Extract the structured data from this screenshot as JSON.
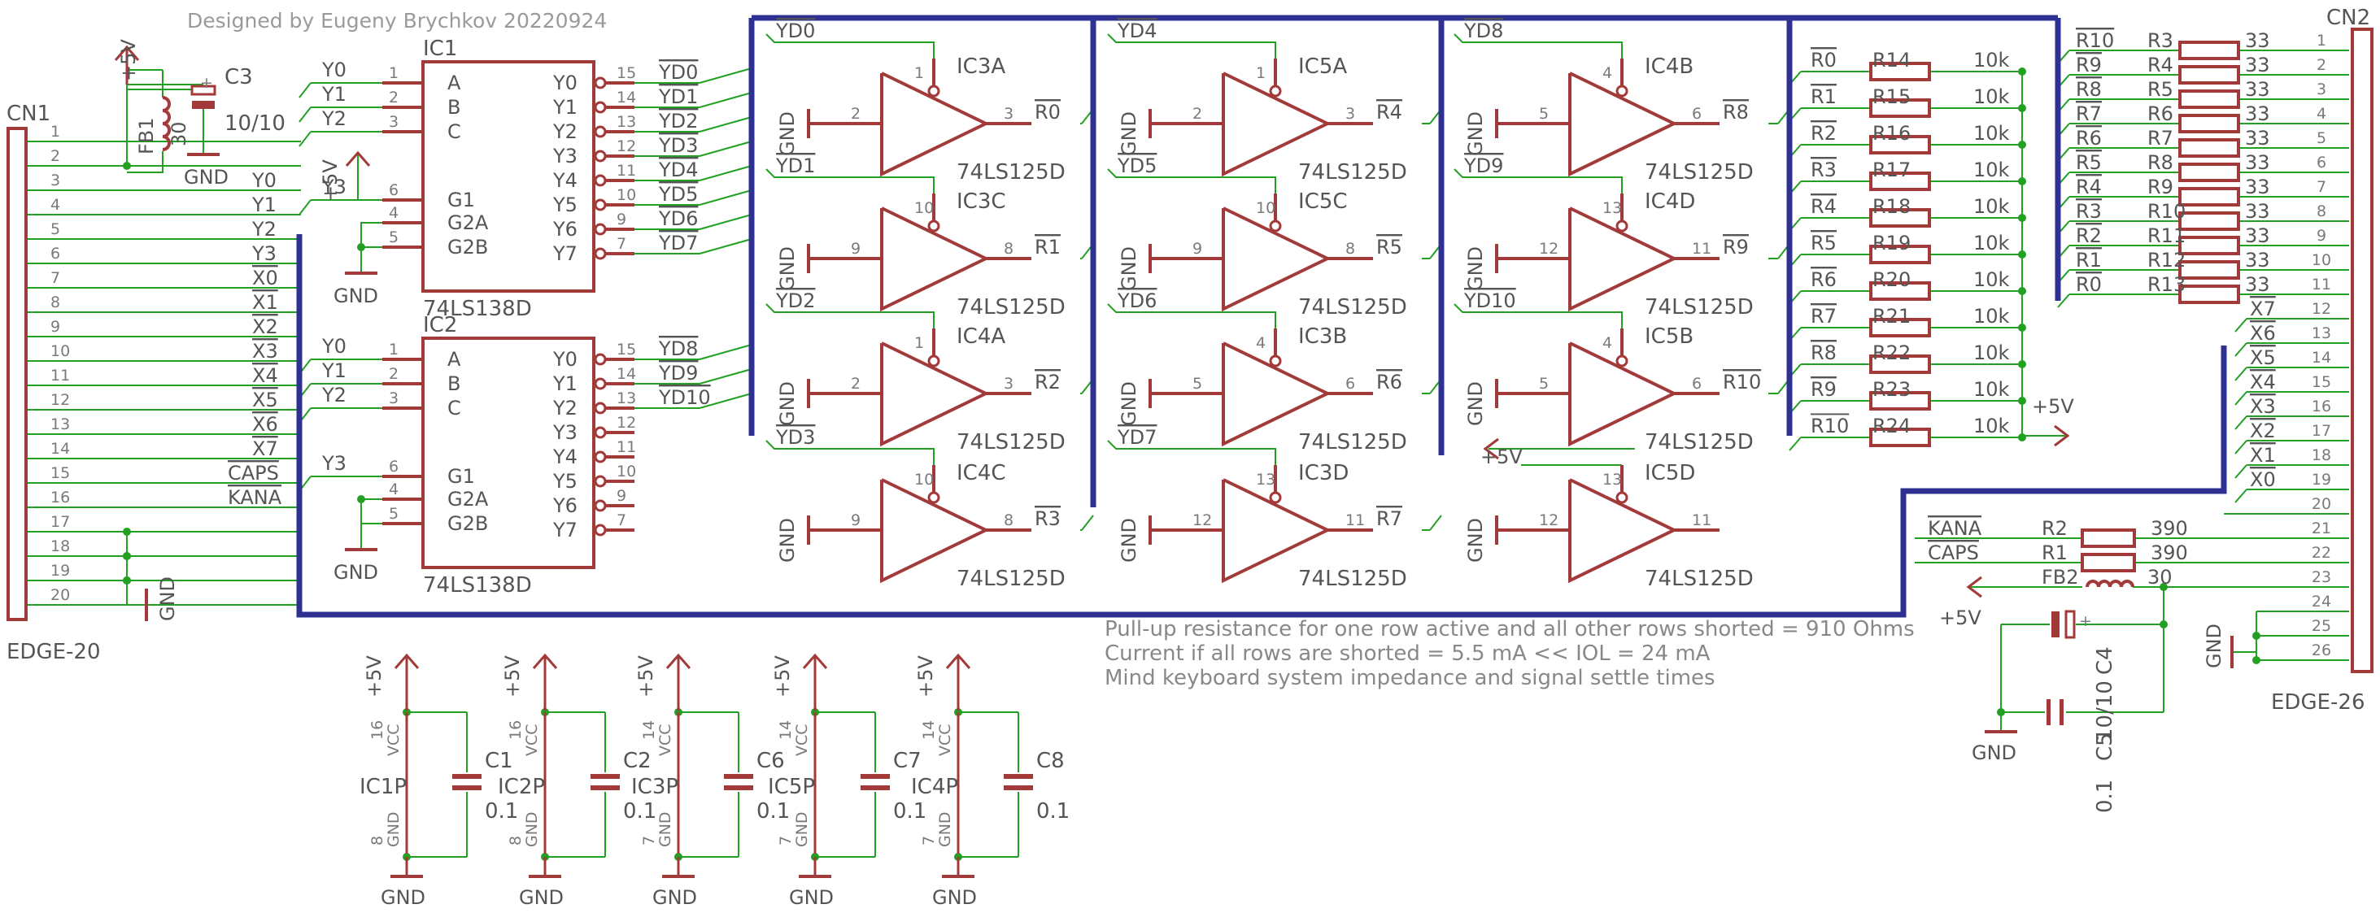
{
  "title": "Designed by Eugeny Brychkov 20220924",
  "notes": [
    "Pull-up resistance for one row active and all other rows shorted = 910 Ohms",
    "Current if all rows are shorted = 5.5 mA << IOL = 24 mA",
    "Mind keyboard system impedance and signal settle times"
  ],
  "cn1": {
    "ref": "CN1",
    "value": "EDGE-20",
    "pins": [
      "1",
      "2",
      "3",
      "4",
      "5",
      "6",
      "7",
      "8",
      "9",
      "10",
      "11",
      "12",
      "13",
      "14",
      "15",
      "16",
      "17",
      "18",
      "19",
      "20"
    ],
    "nets": [
      "",
      "",
      "Y0",
      "Y1",
      "Y2",
      "Y3",
      "X0",
      "X1",
      "X2",
      "X3",
      "X4",
      "X5",
      "X6",
      "X7",
      "CAPS",
      "KANA",
      "",
      "",
      "",
      ""
    ],
    "gnd": "GND"
  },
  "cn2": {
    "ref": "CN2",
    "value": "EDGE-26",
    "pins": [
      "1",
      "2",
      "3",
      "4",
      "5",
      "6",
      "7",
      "8",
      "9",
      "10",
      "11",
      "12",
      "13",
      "14",
      "15",
      "16",
      "17",
      "18",
      "19",
      "20",
      "21",
      "22",
      "23",
      "24",
      "25",
      "26"
    ],
    "nets": [
      "",
      "",
      "",
      "",
      "",
      "",
      "",
      "",
      "",
      "",
      "",
      "X7",
      "X6",
      "X5",
      "X4",
      "X3",
      "X2",
      "X1",
      "X0",
      "",
      "",
      "",
      "",
      "",
      "",
      ""
    ],
    "gnd": "GND"
  },
  "fb1": {
    "ref": "FB1",
    "value": "30",
    "supply": "+5V"
  },
  "c3": {
    "ref": "C3",
    "value": "10/10",
    "gnd": "GND"
  },
  "ic1": {
    "ref": "IC1",
    "value": "74LS138D",
    "in_labels": [
      "Y0",
      "Y1",
      "Y2",
      "Y3"
    ],
    "left": [
      {
        "n": "1",
        "p": "A"
      },
      {
        "n": "2",
        "p": "B"
      },
      {
        "n": "3",
        "p": "C"
      },
      {
        "n": "6",
        "p": "G1"
      },
      {
        "n": "4",
        "p": "G2A"
      },
      {
        "n": "5",
        "p": "G2B"
      }
    ],
    "right": [
      {
        "n": "15",
        "p": "Y0",
        "net": "YD0"
      },
      {
        "n": "14",
        "p": "Y1",
        "net": "YD1"
      },
      {
        "n": "13",
        "p": "Y2",
        "net": "YD2"
      },
      {
        "n": "12",
        "p": "Y3",
        "net": "YD3"
      },
      {
        "n": "11",
        "p": "Y4",
        "net": "YD4"
      },
      {
        "n": "10",
        "p": "Y5",
        "net": "YD5"
      },
      {
        "n": "9",
        "p": "Y6",
        "net": "YD6"
      },
      {
        "n": "7",
        "p": "Y7",
        "net": "YD7"
      }
    ],
    "supply": "+5V",
    "gnd": "GND"
  },
  "ic2": {
    "ref": "IC2",
    "value": "74LS138D",
    "in_labels": [
      "Y0",
      "Y1",
      "Y2",
      "Y3"
    ],
    "left": [
      {
        "n": "1",
        "p": "A"
      },
      {
        "n": "2",
        "p": "B"
      },
      {
        "n": "3",
        "p": "C"
      },
      {
        "n": "6",
        "p": "G1"
      },
      {
        "n": "4",
        "p": "G2A"
      },
      {
        "n": "5",
        "p": "G2B"
      }
    ],
    "right": [
      {
        "n": "15",
        "p": "Y0",
        "net": "YD8"
      },
      {
        "n": "14",
        "p": "Y1",
        "net": "YD9"
      },
      {
        "n": "13",
        "p": "Y2",
        "net": "YD10"
      },
      {
        "n": "12",
        "p": "Y3",
        "net": ""
      },
      {
        "n": "11",
        "p": "Y4",
        "net": ""
      },
      {
        "n": "10",
        "p": "Y5",
        "net": ""
      },
      {
        "n": "9",
        "p": "Y6",
        "net": ""
      },
      {
        "n": "7",
        "p": "Y7",
        "net": ""
      }
    ],
    "gnd": "GND"
  },
  "buffers": [
    {
      "ref": "IC3A",
      "value": "74LS125D",
      "en": "YD0",
      "ep": "1",
      "ip": "2",
      "op": "3",
      "out": "R0",
      "gnd": "GND"
    },
    {
      "ref": "IC3C",
      "value": "74LS125D",
      "en": "YD1",
      "ep": "10",
      "ip": "9",
      "op": "8",
      "out": "R1",
      "gnd": "GND"
    },
    {
      "ref": "IC4A",
      "value": "74LS125D",
      "en": "YD2",
      "ep": "1",
      "ip": "2",
      "op": "3",
      "out": "R2",
      "gnd": "GND"
    },
    {
      "ref": "IC4C",
      "value": "74LS125D",
      "en": "YD3",
      "ep": "10",
      "ip": "9",
      "op": "8",
      "out": "R3",
      "gnd": "GND"
    },
    {
      "ref": "IC5A",
      "value": "74LS125D",
      "en": "YD4",
      "ep": "1",
      "ip": "2",
      "op": "3",
      "out": "R4",
      "gnd": "GND"
    },
    {
      "ref": "IC5C",
      "value": "74LS125D",
      "en": "YD5",
      "ep": "10",
      "ip": "9",
      "op": "8",
      "out": "R5",
      "gnd": "GND"
    },
    {
      "ref": "IC3B",
      "value": "74LS125D",
      "en": "YD6",
      "ep": "4",
      "ip": "5",
      "op": "6",
      "out": "R6",
      "gnd": "GND"
    },
    {
      "ref": "IC3D",
      "value": "74LS125D",
      "en": "YD7",
      "ep": "13",
      "ip": "12",
      "op": "11",
      "out": "R7",
      "gnd": "GND"
    },
    {
      "ref": "IC4B",
      "value": "74LS125D",
      "en": "YD8",
      "ep": "4",
      "ip": "5",
      "op": "6",
      "out": "R8",
      "gnd": "GND"
    },
    {
      "ref": "IC4D",
      "value": "74LS125D",
      "en": "YD9",
      "ep": "13",
      "ip": "12",
      "op": "11",
      "out": "R9",
      "gnd": "GND"
    },
    {
      "ref": "IC5B",
      "value": "74LS125D",
      "en": "YD10",
      "ep": "4",
      "ip": "5",
      "op": "6",
      "out": "R10",
      "gnd": "GND"
    },
    {
      "ref": "IC5D",
      "value": "74LS125D",
      "en": "+5V",
      "ep": "13",
      "ip": "12",
      "op": "11",
      "out": "",
      "gnd": "GND"
    }
  ],
  "pullups": {
    "supply": "+5V",
    "items": [
      {
        "net": "R0",
        "ref": "R14",
        "value": "10k"
      },
      {
        "net": "R1",
        "ref": "R15",
        "value": "10k"
      },
      {
        "net": "R2",
        "ref": "R16",
        "value": "10k"
      },
      {
        "net": "R3",
        "ref": "R17",
        "value": "10k"
      },
      {
        "net": "R4",
        "ref": "R18",
        "value": "10k"
      },
      {
        "net": "R5",
        "ref": "R19",
        "value": "10k"
      },
      {
        "net": "R6",
        "ref": "R20",
        "value": "10k"
      },
      {
        "net": "R7",
        "ref": "R21",
        "value": "10k"
      },
      {
        "net": "R8",
        "ref": "R22",
        "value": "10k"
      },
      {
        "net": "R9",
        "ref": "R23",
        "value": "10k"
      },
      {
        "net": "R10",
        "ref": "R24",
        "value": "10k"
      }
    ]
  },
  "series": [
    {
      "net": "R10",
      "ref": "R3",
      "value": "33"
    },
    {
      "net": "R9",
      "ref": "R4",
      "value": "33"
    },
    {
      "net": "R8",
      "ref": "R5",
      "value": "33"
    },
    {
      "net": "R7",
      "ref": "R6",
      "value": "33"
    },
    {
      "net": "R6",
      "ref": "R7",
      "value": "33"
    },
    {
      "net": "R5",
      "ref": "R8",
      "value": "33"
    },
    {
      "net": "R4",
      "ref": "R9",
      "value": "33"
    },
    {
      "net": "R3",
      "ref": "R10",
      "value": "33"
    },
    {
      "net": "R2",
      "ref": "R11",
      "value": "33"
    },
    {
      "net": "R1",
      "ref": "R12",
      "value": "33"
    },
    {
      "net": "R0",
      "ref": "R13",
      "value": "33"
    }
  ],
  "leds": [
    {
      "net": "KANA",
      "ref": "R2",
      "value": "390"
    },
    {
      "net": "CAPS",
      "ref": "R1",
      "value": "390"
    }
  ],
  "fb2": {
    "ref": "FB2",
    "value": "30",
    "supply": "+5V"
  },
  "c4": {
    "ref": "C4",
    "value": "10/10"
  },
  "c5": {
    "ref": "C5",
    "value": "0.1"
  },
  "gnd_bottom": "GND",
  "decoupling": [
    {
      "ref": "C1",
      "value": "0.1",
      "ic": "IC1P",
      "vp": "16",
      "gp": "8",
      "vl": "VCC",
      "gl": "GND",
      "supply": "+5V",
      "gnd": "GND"
    },
    {
      "ref": "C2",
      "value": "0.1",
      "ic": "IC2P",
      "vp": "16",
      "gp": "8",
      "vl": "VCC",
      "gl": "GND",
      "supply": "+5V",
      "gnd": "GND"
    },
    {
      "ref": "C6",
      "value": "0.1",
      "ic": "IC3P",
      "vp": "14",
      "gp": "7",
      "vl": "VCC",
      "gl": "GND",
      "supply": "+5V",
      "gnd": "GND"
    },
    {
      "ref": "C7",
      "value": "0.1",
      "ic": "IC5P",
      "vp": "14",
      "gp": "7",
      "vl": "VCC",
      "gl": "GND",
      "supply": "+5V",
      "gnd": "GND"
    },
    {
      "ref": "C8",
      "value": "0.1",
      "ic": "IC4P",
      "vp": "14",
      "gp": "7",
      "vl": "VCC",
      "gl": "GND",
      "supply": "+5V",
      "gnd": "GND"
    }
  ]
}
